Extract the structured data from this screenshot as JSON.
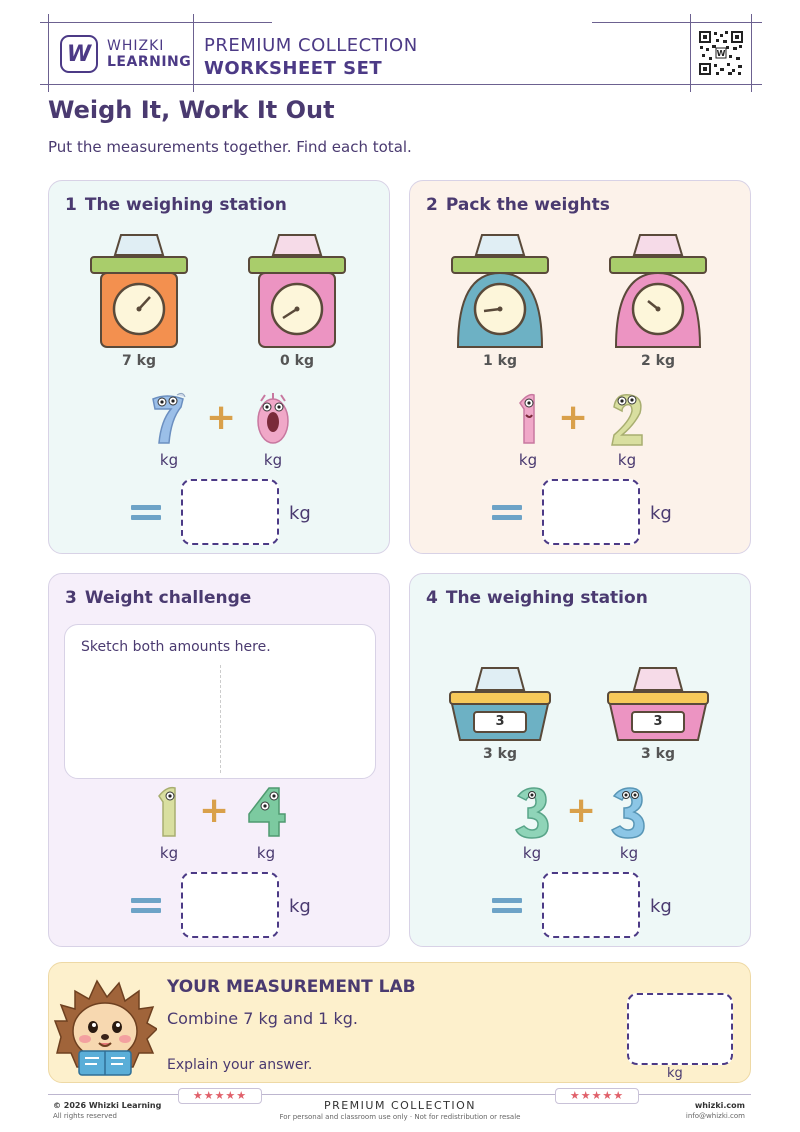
{
  "header": {
    "brand_line1": "WHIZKI",
    "brand_line2": "LEARNING",
    "logo_letter": "W",
    "collection_line1": "PREMIUM COLLECTION",
    "collection_line2": "WORKSHEET SET"
  },
  "title": "Weigh It, Work It Out",
  "subtitle": "Put the measurements together. Find each total.",
  "cards": [
    {
      "number": "1",
      "title": "The weighing station",
      "weights": [
        "7 kg",
        "0 kg"
      ],
      "monster_digits": [
        "7",
        "0"
      ],
      "unit": "kg"
    },
    {
      "number": "2",
      "title": "Pack the weights",
      "weights": [
        "1 kg",
        "2 kg"
      ],
      "monster_digits": [
        "1",
        "2"
      ],
      "unit": "kg"
    },
    {
      "number": "3",
      "title": "Weight challenge",
      "sketch_prompt": "Sketch both amounts here.",
      "monster_digits": [
        "1",
        "4"
      ],
      "unit": "kg"
    },
    {
      "number": "4",
      "title": "The weighing station",
      "weights": [
        "3 kg",
        "3 kg"
      ],
      "display_values": [
        "3",
        "3"
      ],
      "monster_digits": [
        "3",
        "3"
      ],
      "unit": "kg"
    }
  ],
  "lab": {
    "title": "YOUR MEASUREMENT LAB",
    "prompt": "Combine 7 kg and 1 kg.",
    "explain": "Explain your answer.",
    "unit": "kg"
  },
  "footer": {
    "copyright": "© 2026 Whizki Learning",
    "rights": "All rights reserved",
    "collection": "PREMIUM COLLECTION",
    "notice": "For personal and classroom use only · Not for redistribution or resale",
    "site": "whizki.com",
    "email": "info@whizki.com",
    "stars": "★★★★★"
  },
  "colors": {
    "ink": "#4a3a70",
    "brand": "#4c3a86",
    "card1_bg": "#eef8f7",
    "card2_bg": "#fcf2ea",
    "card3_bg": "#f6effa",
    "card4_bg": "#eef8f7",
    "lab_bg": "#fdf0cc",
    "scale_orange": "#f3904f",
    "scale_pink": "#ec94c2",
    "scale_blue": "#6db1c4",
    "platform_green": "#a9cd6b",
    "platform_yellow": "#f7c95a",
    "plus": "#d9a04a",
    "equals": "#6da3c7"
  }
}
